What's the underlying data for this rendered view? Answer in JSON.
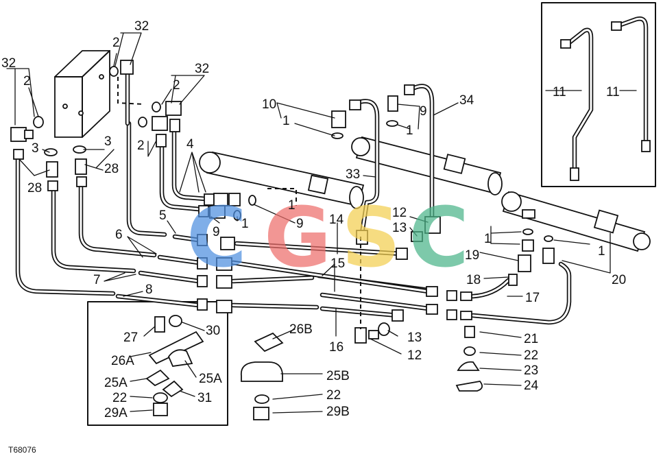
{
  "figure_code": "T68076",
  "watermark": {
    "letters": [
      {
        "char": "C",
        "color": "#4f8fe0"
      },
      {
        "char": "G",
        "color": "#ee6f6c"
      },
      {
        "char": "S",
        "color": "#f3cf52"
      },
      {
        "char": "C",
        "color": "#4cb58a"
      }
    ]
  },
  "callouts": {
    "c32a": "32",
    "c32b": "32",
    "c32c": "32",
    "c2a": "2",
    "c2b": "2",
    "c2c": "2",
    "c2d": "2",
    "c3a": "3",
    "c3b": "3",
    "c28a": "28",
    "c28b": "28",
    "c4": "4",
    "c5": "5",
    "c6": "6",
    "c7": "7",
    "c8": "8",
    "c9a": "9",
    "c9b": "9",
    "c9c": "9",
    "c10": "10",
    "c1a": "1",
    "c1b": "1",
    "c1c": "1",
    "c1d": "1",
    "c1e": "1",
    "c1f": "1",
    "c11a": "11",
    "c11b": "11",
    "c12a": "12",
    "c12b": "12",
    "c13a": "13",
    "c13b": "13",
    "c14": "14",
    "c15": "15",
    "c16": "16",
    "c17": "17",
    "c18": "18",
    "c19": "19",
    "c20": "20",
    "c21": "21",
    "c22a": "22",
    "c22b": "22",
    "c22c": "22",
    "c23": "23",
    "c24": "24",
    "c25Aa": "25A",
    "c25Ab": "25A",
    "c25B": "25B",
    "c26A": "26A",
    "c26B": "26B",
    "c27": "27",
    "c29A": "29A",
    "c29B": "29B",
    "c30": "30",
    "c31": "31",
    "c33": "33",
    "c34": "34"
  }
}
